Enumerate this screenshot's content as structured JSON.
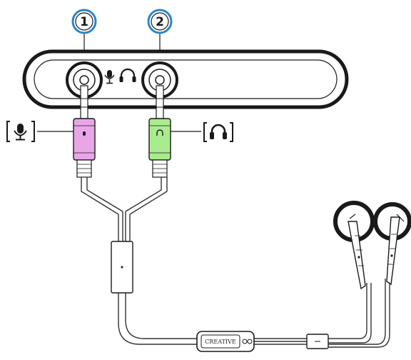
{
  "callouts": [
    {
      "number": "1"
    },
    {
      "number": "2"
    }
  ],
  "plugs": {
    "mic": {
      "color": "#e8a6e6",
      "icon": "microphone-icon"
    },
    "headphone": {
      "color": "#a9ec8e",
      "icon": "headphone-icon"
    }
  },
  "device": {
    "jack_icons": [
      "microphone-icon",
      "headphone-icon"
    ]
  },
  "inline_remote": {
    "brand_text": "CREATIVE"
  },
  "colors": {
    "callout_ring": "#2a86c8",
    "outline": "#1a1a1a"
  }
}
